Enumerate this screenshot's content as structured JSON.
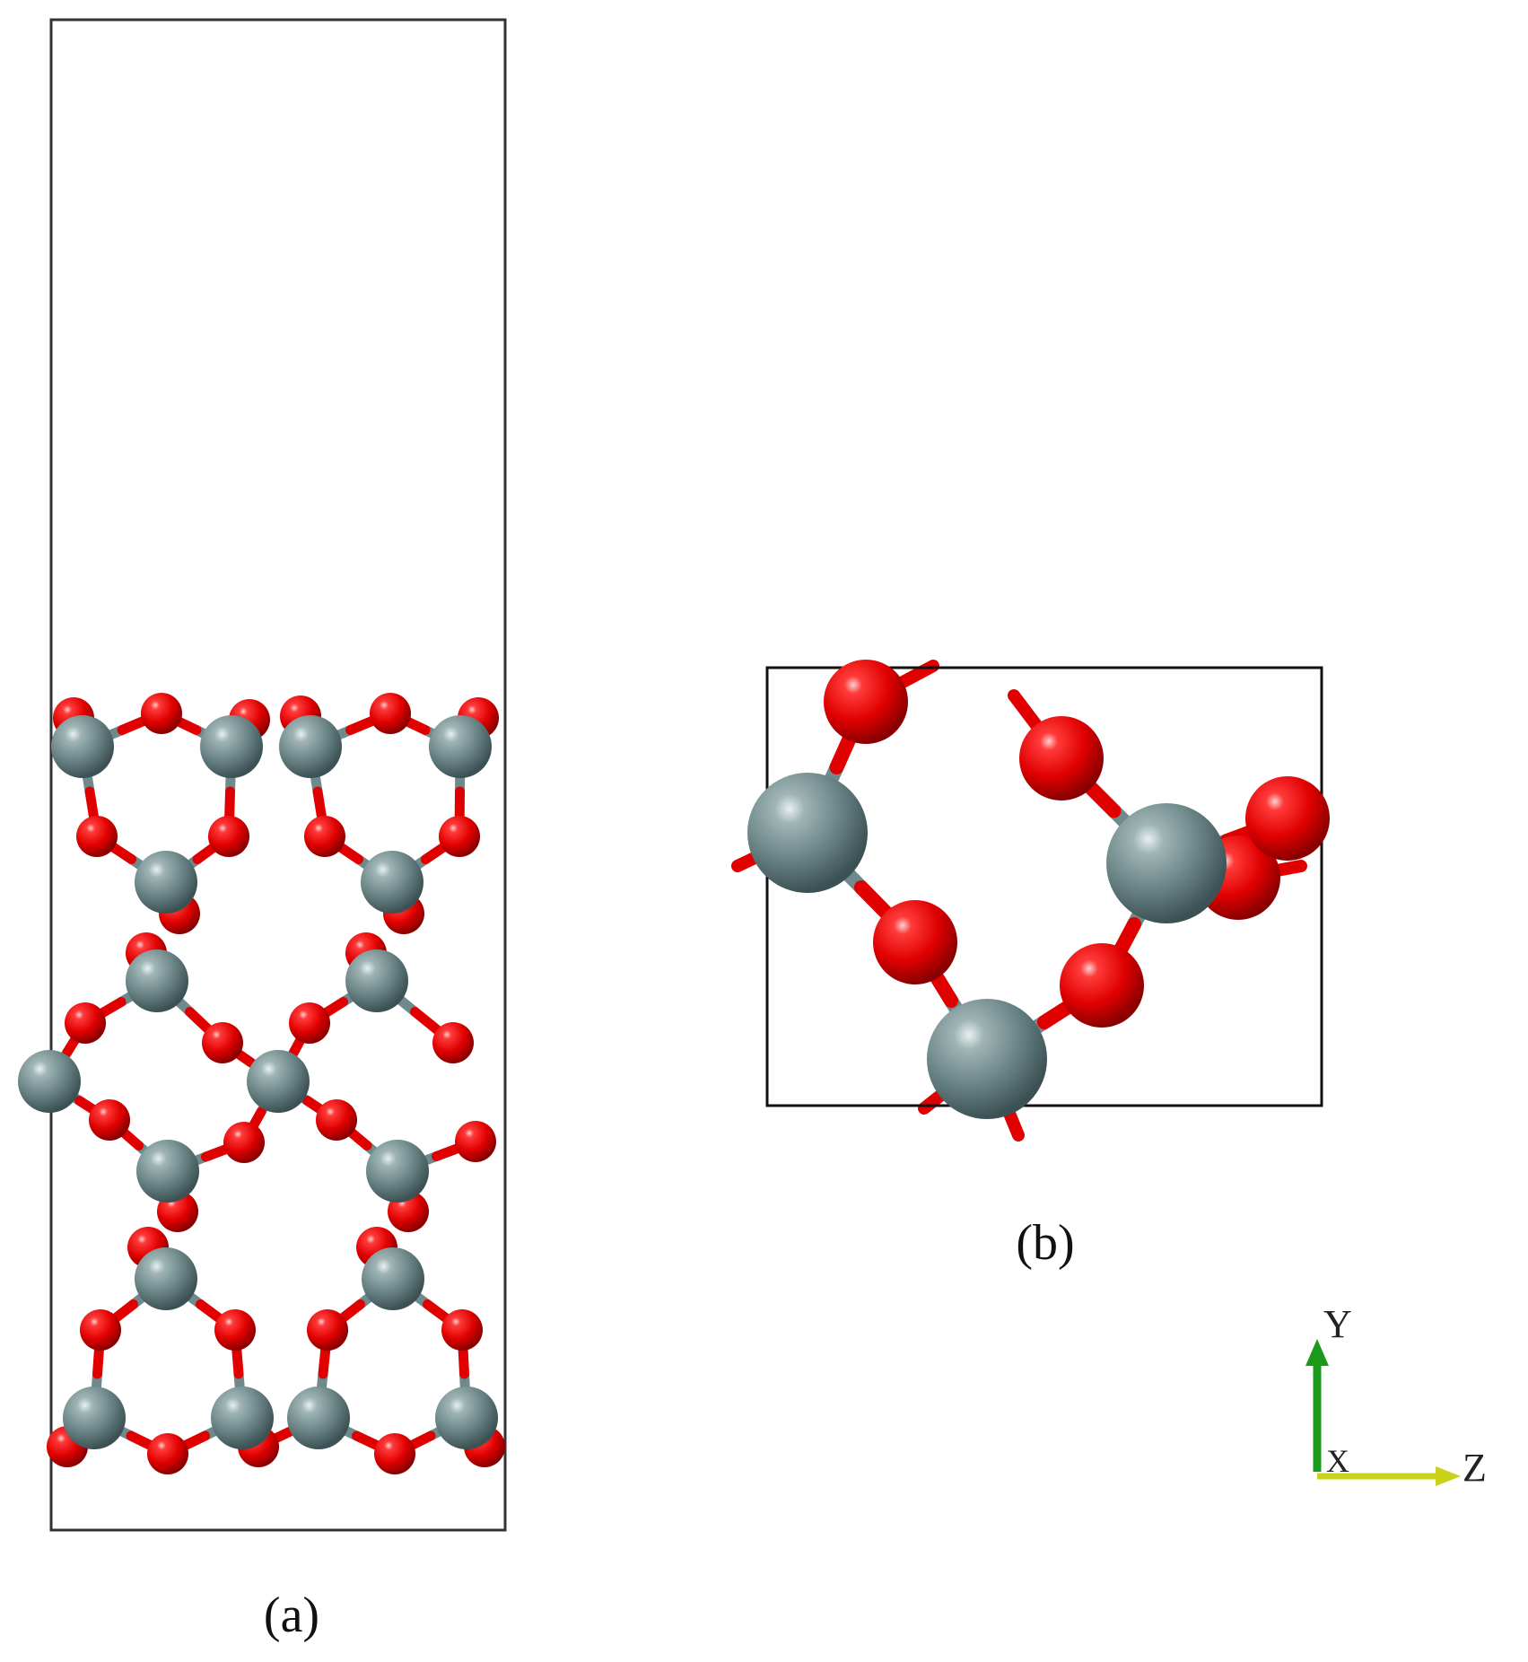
{
  "figure": {
    "panel_a": {
      "label": "(a)",
      "description_atoms": {
        "silicon_color": "#6e8a8c",
        "oxygen_color": "#ee0000",
        "bond_color": "#e00000"
      }
    },
    "panel_b": {
      "label": "(b)"
    },
    "axes": {
      "y_label": "Y",
      "x_label": "X",
      "z_label": "Z",
      "y_color": "#1a9a1a",
      "z_color": "#c8d21a"
    }
  }
}
